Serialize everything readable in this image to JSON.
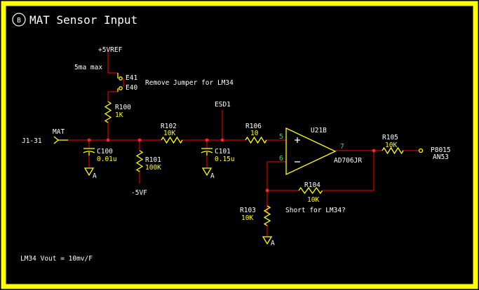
{
  "badge": "B",
  "title": "MAT Sensor Input",
  "footer_note": "LM34 Vout = 10mv/F",
  "colors": {
    "border": "#ffff00",
    "wire": "#cc0000",
    "component": "#ffff00",
    "label": "#ffffff",
    "value": "#ffff00",
    "pin": "#22ee22",
    "node": "#ff2222",
    "background": "#000000"
  },
  "nets": {
    "input_connector": "J1-31",
    "input_net": "MAT",
    "vref": "+5VREF",
    "vref_limit": "5ma max",
    "neg_supply": "-5VF",
    "esd_net": "ESD1",
    "output_net": "P8015",
    "output_sub": "AN53",
    "ground_symbol": "A"
  },
  "jumper": {
    "e41": "E41",
    "e40": "E40",
    "note": "Remove Jumper for LM34"
  },
  "components": {
    "r100": {
      "ref": "R100",
      "value": "1K"
    },
    "r101": {
      "ref": "R101",
      "value": "100K"
    },
    "r102": {
      "ref": "R102",
      "value": "10K"
    },
    "r103": {
      "ref": "R103",
      "value": "10K"
    },
    "r104": {
      "ref": "R104",
      "value": "10K"
    },
    "r105": {
      "ref": "R105",
      "value": "10K"
    },
    "r106": {
      "ref": "R106",
      "value": "10"
    },
    "c100": {
      "ref": "C100",
      "value": "0.01u"
    },
    "c101": {
      "ref": "C101",
      "value": "0.15u"
    },
    "u21b": {
      "ref": "U21B",
      "part": "AD706JR",
      "pin_plus": "5",
      "pin_minus": "6",
      "pin_out": "7",
      "plus_sign": "+",
      "minus_sign": "−"
    }
  },
  "notes": {
    "short": "Short for LM34?"
  }
}
